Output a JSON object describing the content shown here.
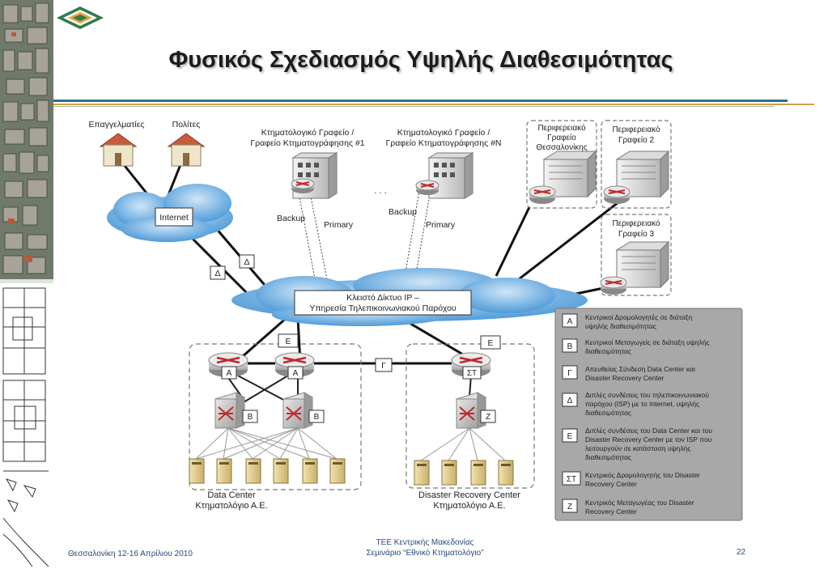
{
  "slide": {
    "title": "Φυσικός Σχεδιασμός Υψηλής Διαθεσιμότητας",
    "footer_left": "Θεσσαλονίκη 12-16 Απρίλιου 2010",
    "footer_mid_1": "ΤΕΕ Κεντρικής Μακεδονίας",
    "footer_mid_2": "Σεμινάριο “Εθνικό Κτηματολόγιο”",
    "page_number": "22"
  },
  "diagram": {
    "users": {
      "professionals": "Επαγγελματίες",
      "citizens": "Πολίτες"
    },
    "internet": "Internet",
    "office1": {
      "line1": "Κτηματολογικό Γραφείο /",
      "line2": "Γραφείο Κτηματογράφησης #1"
    },
    "officeN": {
      "line1": "Κτηματολογικό Γραφείο /",
      "line2": "Γραφείο Κτηματογράφησης #N"
    },
    "ellipsis": ". . .",
    "backup": "Backup",
    "primary": "Primary",
    "regional1": {
      "line1": "Περιφερειακό",
      "line2": "Γραφείο",
      "line3": "Θεσσαλονίκης"
    },
    "regional2": {
      "line1": "Περιφερειακό",
      "line2": "Γραφείο 2"
    },
    "regional3": {
      "line1": "Περιφερειακό",
      "line2": "Γραφείο 3"
    },
    "closed_ip": {
      "line1": "Κλειστό Δίκτυο IP –",
      "line2": "Υπηρεσία Τηλεπικοινωνιακού Παρόχου"
    },
    "tags": {
      "A": "Α",
      "B": "Β",
      "G": "Γ",
      "D": "Δ",
      "E": "Ε",
      "ST": "ΣΤ",
      "Z": "Ζ"
    },
    "datacenter": {
      "line1": "Data Center",
      "line2": "Κτηματολόγιο Α.Ε."
    },
    "drc": {
      "line1": "Disaster Recovery Center",
      "line2": "Κτηματολόγιο Α.Ε."
    }
  },
  "legend": [
    {
      "code": "Α",
      "line1": "Κεντρικοί Δρομολογητές σε διάταξη",
      "line2": "υψηλής διαθεσιμότητας"
    },
    {
      "code": "Β",
      "line1": "Κεντρικοί Μεταγωγείς σε διάταξη υψηλής",
      "line2": "διαθεσιμότητας"
    },
    {
      "code": "Γ",
      "line1": "Απευθείας Σύνδεση Data Center και",
      "line2": "Disaster Recovery Center"
    },
    {
      "code": "Δ",
      "line1": "Διπλές συνδέσεις του τηλεπικοινωνιακού",
      "line2": "παρόχου (ISP) με το Internet, υψηλής",
      "line3": "διαθεσιμότητας"
    },
    {
      "code": "Ε",
      "line1": "Διπλές συνδέσεις του Data Center και του",
      "line2": "Disaster Recovery Center με τον ISP που",
      "line3": "λειτουργούν σε κατάσταση υψηλής",
      "line4": "διαθεσιμότητας"
    },
    {
      "code": "ΣΤ",
      "line1": "Κεντρικός Δρομολογητής του Disaster",
      "line2": "Recovery Center"
    },
    {
      "code": "Ζ",
      "line1": "Κεντρικός Μεταγωγέας του Disaster",
      "line2": "Recovery Center"
    }
  ]
}
